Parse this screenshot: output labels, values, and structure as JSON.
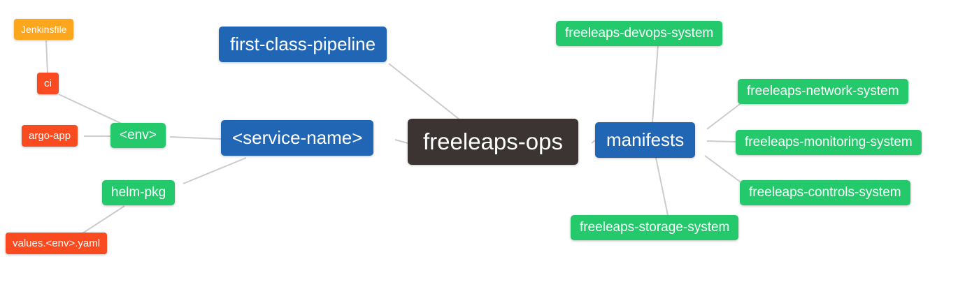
{
  "diagram": {
    "type": "mindmap",
    "root": {
      "label": "freeleaps-ops"
    },
    "nodes": {
      "first_class_pipeline": {
        "label": "first-class-pipeline"
      },
      "service_name": {
        "label": "<service-name>"
      },
      "manifests": {
        "label": "manifests"
      },
      "env": {
        "label": "<env>"
      },
      "helm_pkg": {
        "label": "helm-pkg"
      },
      "ci": {
        "label": "ci"
      },
      "argo_app": {
        "label": "argo-app"
      },
      "jenkinsfile": {
        "label": "Jenkinsfile"
      },
      "values_env_yaml": {
        "label": "values.<env>.yaml"
      },
      "devops_system": {
        "label": "freeleaps-devops-system"
      },
      "network_system": {
        "label": "freeleaps-network-system"
      },
      "monitoring_system": {
        "label": "freeleaps-monitoring-system"
      },
      "controls_system": {
        "label": "freeleaps-controls-system"
      },
      "storage_system": {
        "label": "freeleaps-storage-system"
      }
    },
    "edges": [
      [
        "jenkinsfile",
        "ci"
      ],
      [
        "ci",
        "env"
      ],
      [
        "argo_app",
        "env"
      ],
      [
        "env",
        "service_name"
      ],
      [
        "service_name",
        "helm_pkg"
      ],
      [
        "helm_pkg",
        "values_env_yaml"
      ],
      [
        "first_class_pipeline",
        "freeleaps-ops"
      ],
      [
        "service_name",
        "freeleaps-ops"
      ],
      [
        "freeleaps-ops",
        "manifests"
      ],
      [
        "manifests",
        "devops_system"
      ],
      [
        "manifests",
        "network_system"
      ],
      [
        "manifests",
        "monitoring_system"
      ],
      [
        "manifests",
        "controls_system"
      ],
      [
        "manifests",
        "storage_system"
      ]
    ],
    "colors": {
      "background": "#FFFFFF",
      "text": "#FFFFFF",
      "edge": "#CCCCCC",
      "root_bg": "#3B3432",
      "level1_bg": "#2166B5",
      "level2_bg": "#24C96B",
      "level3_bg": "#F94B1F",
      "level4_bg": "#FBA61C"
    }
  }
}
